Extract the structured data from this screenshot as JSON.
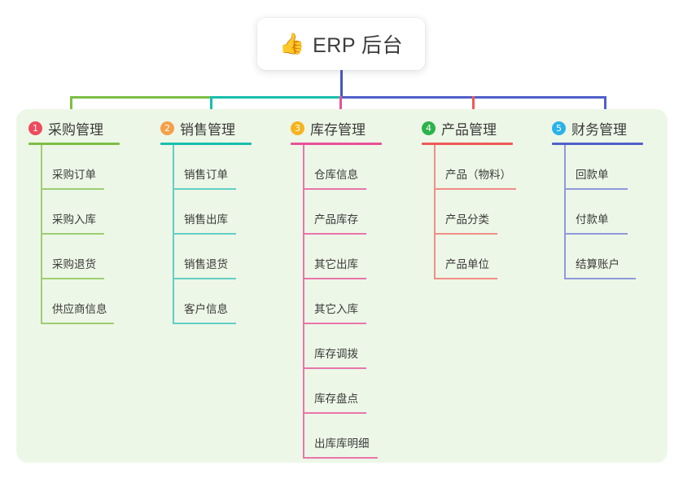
{
  "root": {
    "icon": "thumbs-up-icon",
    "emoji": "👍",
    "label": "ERP 后台"
  },
  "panel": {
    "background": "#edf7e7"
  },
  "connector": {
    "segments": [
      {
        "name": "green-segment",
        "color": "#7cbf45"
      },
      {
        "name": "teal-segment",
        "color": "#18bfad"
      },
      {
        "name": "blue-segment",
        "color": "#5160c9"
      }
    ],
    "trunk_color": "#4654c0"
  },
  "columns": [
    {
      "number": "1",
      "badge_color": "#ee4b5e",
      "line_color": "#7cbf45",
      "title": "采购管理",
      "items": [
        "采购订单",
        "采购入库",
        "采购退货",
        "供应商信息"
      ]
    },
    {
      "number": "2",
      "badge_color": "#f5a04a",
      "line_color": "#18bfad",
      "title": "销售管理",
      "items": [
        "销售订单",
        "销售出库",
        "销售退货",
        "客户信息"
      ]
    },
    {
      "number": "3",
      "badge_color": "#f5b520",
      "line_color": "#e8519b",
      "title": "库存管理",
      "items": [
        "仓库信息",
        "产品库存",
        "其它出库",
        "其它入库",
        "库存调拨",
        "库存盘点",
        "出库库明细"
      ]
    },
    {
      "number": "4",
      "badge_color": "#2cb34a",
      "line_color": "#ef5a56",
      "title": "产品管理",
      "items": [
        "产品（物料）",
        "产品分类",
        "产品单位"
      ]
    },
    {
      "number": "5",
      "badge_color": "#2bb2e8",
      "line_color": "#5160c9",
      "title": "财务管理",
      "items": [
        "回款单",
        "付款单",
        "结算账户"
      ]
    }
  ]
}
